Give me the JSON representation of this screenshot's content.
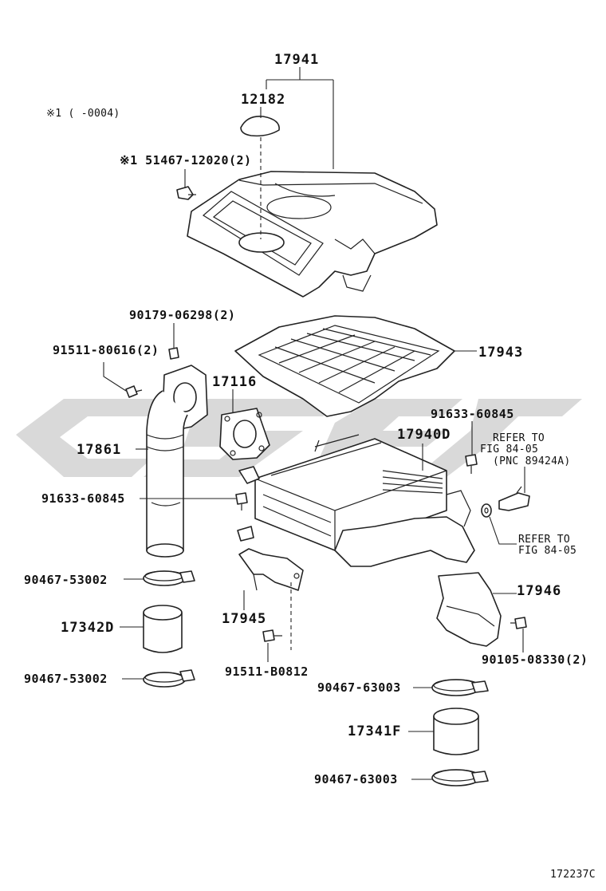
{
  "diagram": {
    "note": "※1 (    -0004)",
    "figure_id": "172237C",
    "parts": [
      {
        "id": "p17941",
        "label": "17941",
        "name": "cover"
      },
      {
        "id": "p12182",
        "label": "12182",
        "name": "plug"
      },
      {
        "id": "p51467",
        "label": "※1 51467-12020(2)",
        "name": "clip"
      },
      {
        "id": "p90179",
        "label": "90179-06298(2)",
        "name": "nut"
      },
      {
        "id": "p91511a",
        "label": "91511-80616(2)",
        "name": "bolt"
      },
      {
        "id": "p17943",
        "label": "17943",
        "name": "grille-plate"
      },
      {
        "id": "p17116",
        "label": "17116",
        "name": "gasket"
      },
      {
        "id": "p17861",
        "label": "17861",
        "name": "intake-pipe"
      },
      {
        "id": "p91633a",
        "label": "91633-60845",
        "name": "bolt"
      },
      {
        "id": "p91633b",
        "label": "91633-60845",
        "name": "bolt"
      },
      {
        "id": "p17940D",
        "label": "17940D",
        "name": "intercooler"
      },
      {
        "id": "pRefer1",
        "label": "REFER TO\nFIG  84-05\n(PNC 89424A)",
        "name": "sensor-reference"
      },
      {
        "id": "pRefer2",
        "label": "REFER TO\nFIG  84-05",
        "name": "washer-reference"
      },
      {
        "id": "p90467a",
        "label": "90467-53002",
        "name": "clamp"
      },
      {
        "id": "p17342D",
        "label": "17342D",
        "name": "hose"
      },
      {
        "id": "p90467b",
        "label": "90467-53002",
        "name": "clamp"
      },
      {
        "id": "p17945",
        "label": "17945",
        "name": "bracket"
      },
      {
        "id": "p91511b",
        "label": "91511-B0812",
        "name": "bolt"
      },
      {
        "id": "p17946",
        "label": "17946",
        "name": "heat-shield"
      },
      {
        "id": "p90105",
        "label": "90105-08330(2)",
        "name": "bolt"
      },
      {
        "id": "p90467c",
        "label": "90467-63003",
        "name": "clamp"
      },
      {
        "id": "p17341F",
        "label": "17341F",
        "name": "hose"
      },
      {
        "id": "p90467d",
        "label": "90467-63003",
        "name": "clamp"
      }
    ]
  }
}
